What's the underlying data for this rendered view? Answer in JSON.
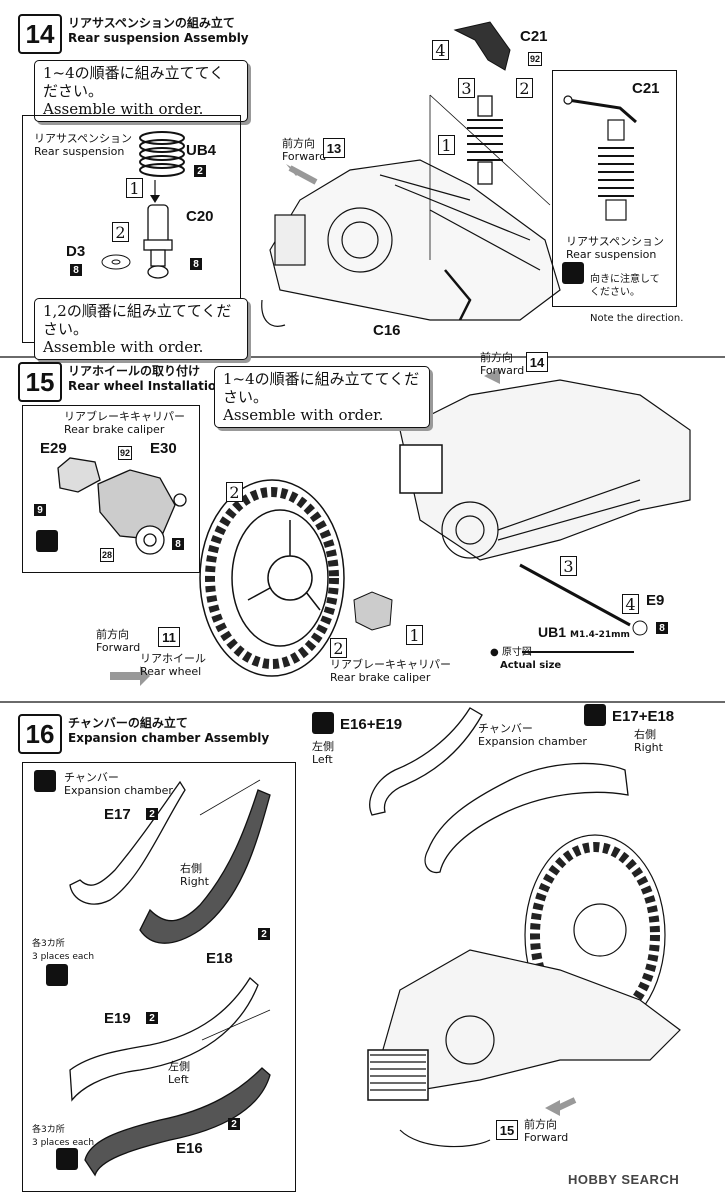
{
  "step14": {
    "number": "14",
    "title_jp": "リアサスペンションの組み立て",
    "title_en": "Rear suspension Assembly",
    "note1_jp": "1~4の順番に組み立ててください。",
    "note1_en": "Assemble with order.",
    "note2_jp": "1,2の順番に組み立ててください。",
    "note2_en": "Assemble with order.",
    "panel_label_jp": "リアサスペンション",
    "panel_label_en": "Rear suspension",
    "parts": {
      "ub4": "UB4",
      "c20": "C20",
      "d3": "D3",
      "c21": "C21",
      "c21b": "C21",
      "c16": "C16"
    },
    "part_nums": {
      "ub4": "2",
      "c20": "8",
      "d3": "8",
      "c21": "92"
    },
    "orders": [
      "1",
      "2",
      "3",
      "4",
      "1",
      "2"
    ],
    "forward_jp": "前方向",
    "forward_en": "Forward",
    "ref": "13",
    "inset_label_jp": "リアサスペンション",
    "inset_label_en": "Rear suspension",
    "inset_note_jp": "向きに注意して\nください。",
    "inset_note_en": "Note the direction."
  },
  "step15": {
    "number": "15",
    "title_jp": "リアホイールの取り付け",
    "title_en": "Rear wheel Installation",
    "note_jp": "1~4の順番に組み立ててください。",
    "note_en": "Assemble with order.",
    "caliper_label_jp": "リアブレーキキャリパー",
    "caliper_label_en": "Rear brake caliper",
    "parts": {
      "e29": "E29",
      "e30": "E30",
      "e9": "E9",
      "ub1": "UB1"
    },
    "part_nums": {
      "e29": "9",
      "e30_top": "92",
      "e30": "8",
      "bottom": "28",
      "e9": "8"
    },
    "ub1_spec": "M1.4-21mm",
    "actual_size_jp": "● 原寸図",
    "actual_size_en": "Actual size",
    "orders": [
      "1",
      "2",
      "2",
      "3",
      "4"
    ],
    "forward_jp": "前方向",
    "forward_en": "Forward",
    "ref_top": "14",
    "ref_left": "11",
    "wheel_label_jp": "リアホイール",
    "wheel_label_en": "Rear wheel",
    "caliper2_label_jp": "リアブレーキキャリパー",
    "caliper2_label_en": "Rear brake caliper"
  },
  "step16": {
    "number": "16",
    "title_jp": "チャンバーの組み立て",
    "title_en": "Expansion chamber Assembly",
    "panel_label_jp": "チャンバー",
    "panel_label_en": "Expansion chamber",
    "parts": {
      "e17": "E17",
      "e18": "E18",
      "e19": "E19",
      "e16": "E16",
      "e16e19": "E16+E19",
      "e17e18": "E17+E18"
    },
    "part_nums": {
      "e17": "2",
      "e18": "2",
      "e19": "2",
      "e16": "2"
    },
    "right_jp": "右側",
    "right_en": "Right",
    "left_jp": "左側",
    "left_en": "Left",
    "places_jp": "各3カ所",
    "places_en": "3 places each",
    "chamber_jp": "チャンバー",
    "chamber_en": "Expansion chamber",
    "forward_jp": "前方向",
    "forward_en": "Forward",
    "ref": "15"
  },
  "watermark": "HOBBY SEARCH"
}
